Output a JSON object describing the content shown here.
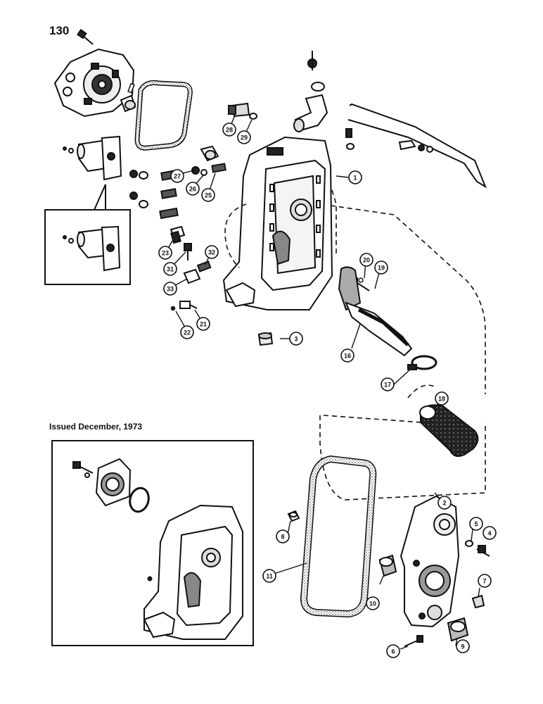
{
  "page": {
    "number": "130",
    "issued_note": "Issued December, 1973"
  },
  "callouts": [
    {
      "id": "c1",
      "label": "1"
    },
    {
      "id": "c2",
      "label": "2"
    },
    {
      "id": "c3",
      "label": "3"
    },
    {
      "id": "c4",
      "label": "4"
    },
    {
      "id": "c5",
      "label": "5"
    },
    {
      "id": "c6",
      "label": "6"
    },
    {
      "id": "c7",
      "label": "7"
    },
    {
      "id": "c8",
      "label": "8"
    },
    {
      "id": "c9",
      "label": "9"
    },
    {
      "id": "c10",
      "label": "10"
    },
    {
      "id": "c11",
      "label": "11"
    },
    {
      "id": "c16",
      "label": "16"
    },
    {
      "id": "c17",
      "label": "17"
    },
    {
      "id": "c18",
      "label": "18"
    },
    {
      "id": "c19",
      "label": "19"
    },
    {
      "id": "c20",
      "label": "20"
    },
    {
      "id": "c21",
      "label": "21"
    },
    {
      "id": "c22",
      "label": "22"
    },
    {
      "id": "c23",
      "label": "23"
    },
    {
      "id": "c25",
      "label": "25"
    },
    {
      "id": "c26",
      "label": "26"
    },
    {
      "id": "c27",
      "label": "27"
    },
    {
      "id": "c28",
      "label": "28"
    },
    {
      "id": "c29",
      "label": "29"
    },
    {
      "id": "c31",
      "label": "31"
    },
    {
      "id": "c32",
      "label": "32"
    },
    {
      "id": "c33",
      "label": "33"
    }
  ]
}
